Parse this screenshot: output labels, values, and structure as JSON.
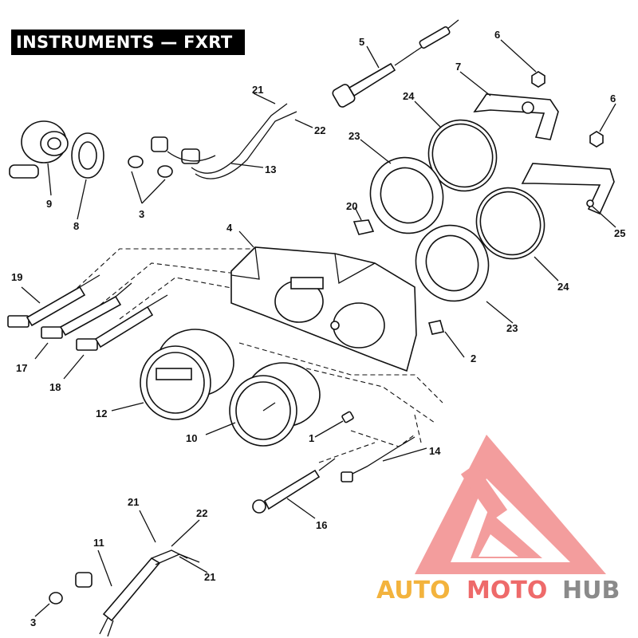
{
  "title": "INSTRUMENTS — FXRT",
  "callouts": {
    "c1": "1",
    "c2": "2",
    "c3a": "3",
    "c3b": "3",
    "c4": "4",
    "c5": "5",
    "c6a": "6",
    "c6b": "6",
    "c7": "7",
    "c8": "8",
    "c9": "9",
    "c10": "10",
    "c11": "11",
    "c12": "12",
    "c13": "13",
    "c14": "14",
    "c16": "16",
    "c17": "17",
    "c18": "18",
    "c19": "19",
    "c20": "20",
    "c21a": "21",
    "c21b": "21",
    "c21c": "21",
    "c22a": "22",
    "c22b": "22",
    "c23a": "23",
    "c23b": "23",
    "c24a": "24",
    "c24b": "24",
    "c25": "25"
  },
  "watermark": {
    "part1": "AUTO",
    "part2": "MOTO",
    "part3": "HUB"
  },
  "colors": {
    "wm_orange": "#f3b33d",
    "wm_red": "#ee6a6a",
    "wm_gray": "#8a8a8a",
    "wm_logo": "#ef7d7d"
  }
}
